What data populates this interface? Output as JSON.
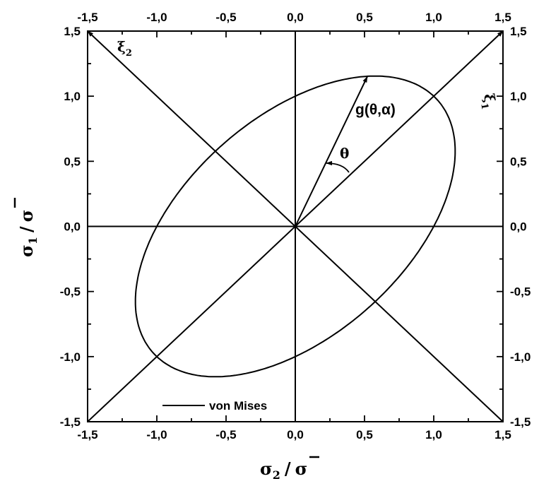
{
  "chart_data": {
    "type": "line",
    "title": "",
    "xlabel": "σ2 / σ̄",
    "ylabel": "σ1 / σ̄",
    "xlim": [
      -1.5,
      1.5
    ],
    "ylim": [
      -1.5,
      1.5
    ],
    "grid": false,
    "ticks": {
      "values": [
        -1.5,
        -1.0,
        -0.5,
        0.0,
        0.5,
        1.0,
        1.5
      ],
      "labels": [
        "-1,5",
        "-1,0",
        "-0,5",
        "0,0",
        "0,5",
        "1,0",
        "1,5"
      ],
      "minor_step": 0.25
    },
    "series": [
      {
        "name": "von Mises",
        "shape": "ellipse",
        "equation": "x^2 - x*y + y^2 = 1",
        "center": [
          0,
          0
        ],
        "major_axis_direction_deg": 45,
        "semi_major": 1.4142,
        "semi_minor": 0.8165,
        "color": "#000000"
      }
    ],
    "reference_lines": [
      {
        "from": [
          -1.5,
          0
        ],
        "to": [
          1.5,
          0
        ]
      },
      {
        "from": [
          0,
          -1.5
        ],
        "to": [
          0,
          1.5
        ]
      },
      {
        "from": [
          -1.5,
          -1.5
        ],
        "to": [
          1.5,
          1.5
        ],
        "arrow": true,
        "label": "ξ1"
      },
      {
        "from": [
          1.5,
          -1.5
        ],
        "to": [
          -1.5,
          1.5
        ],
        "arrow": true,
        "label": "ξ2"
      }
    ],
    "annotations": {
      "g_vector": {
        "from": [
          0,
          0
        ],
        "to": [
          0.52,
          1.15
        ],
        "label": "g(θ,α)"
      },
      "theta_label": "θ",
      "xi1_label": "ξ",
      "xi1_sub": "1",
      "xi2_label": "ξ",
      "xi2_sub": "2"
    },
    "axis_labels": {
      "x_main": "σ",
      "x_sub": "2",
      "y_main": "σ",
      "y_sub": "1",
      "slash": "/",
      "bar_sigma": "σ"
    },
    "legend": {
      "position": "bottom-left",
      "entries": [
        "von Mises"
      ]
    }
  }
}
